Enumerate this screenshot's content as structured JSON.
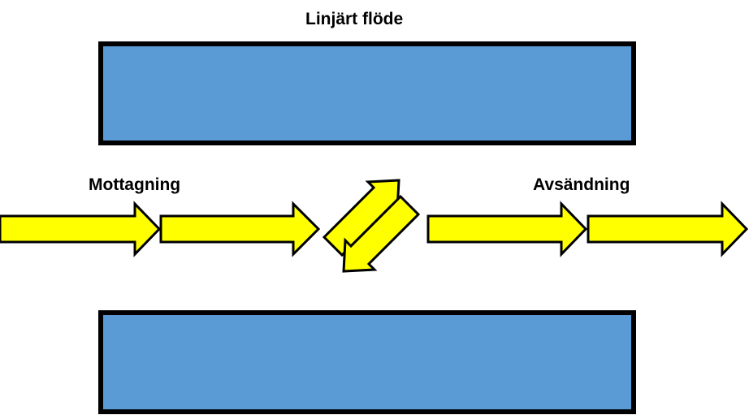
{
  "title": "Linjärt flöde",
  "labels": {
    "left": "Mottagning",
    "right": "Avsändning"
  },
  "colors": {
    "rack_fill": "#5B9BD5",
    "rack_stroke": "#000000",
    "arrow_fill": "#FFFF00",
    "arrow_stroke": "#000000"
  },
  "icons": {
    "flow_arrow": "right-arrow-icon",
    "bidirectional": "bidirectional-diagonal-arrows-icon"
  }
}
